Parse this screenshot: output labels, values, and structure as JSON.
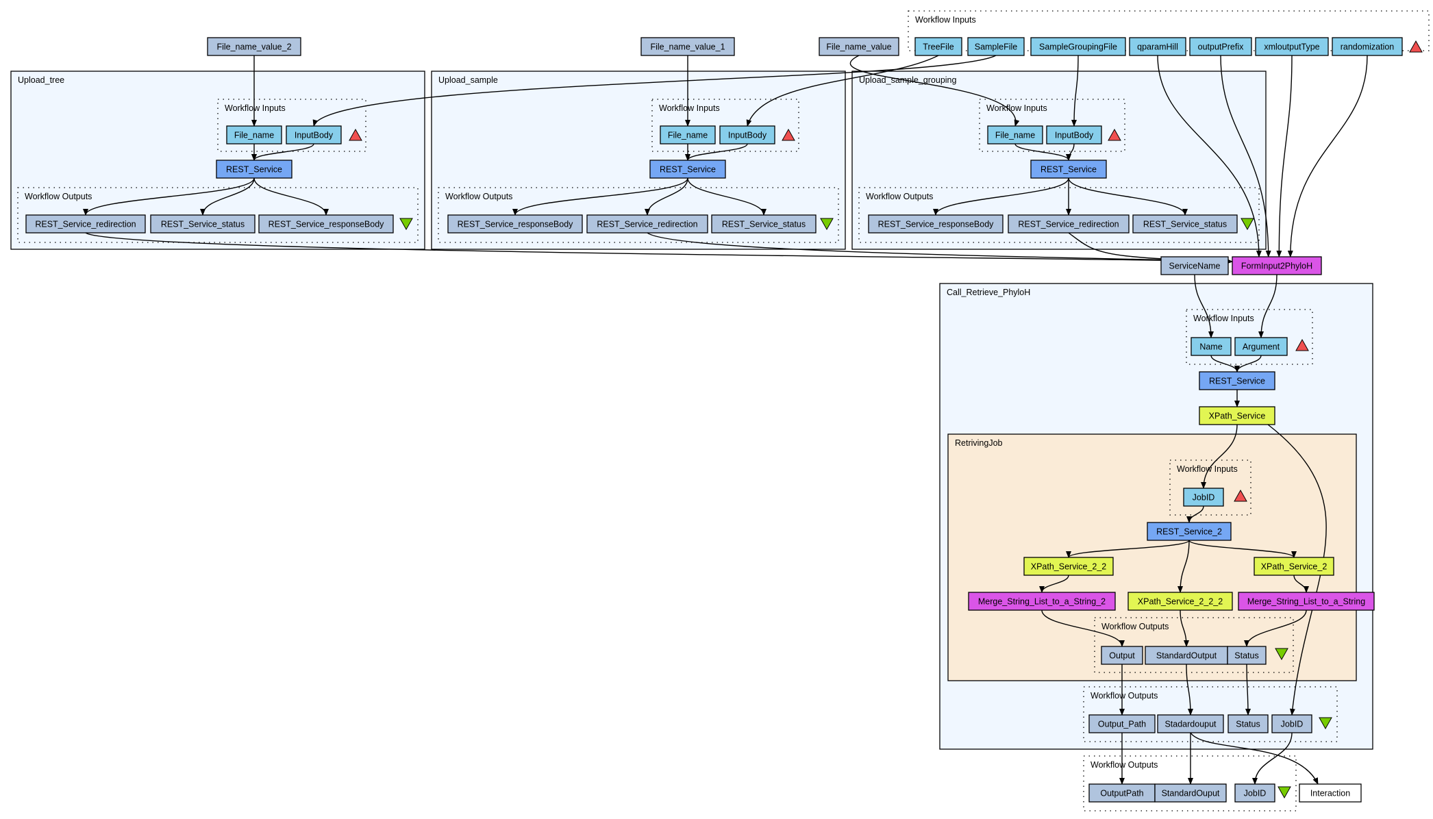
{
  "colors": {
    "input_port": "#87ceeb",
    "output_port": "#b0c4de",
    "constant": "#b0c4de",
    "service": "#75a7f4",
    "xpath": "#e2f553",
    "local": "#da55e7",
    "plain": "#ffffff",
    "nested_workflow": "#f0f7ff",
    "retrieving_job": "#faebd7",
    "input_marker": "#f05050",
    "output_marker": "#77cc00"
  },
  "clusters": {
    "top_inputs": "Workflow Inputs",
    "upload_tree": "Upload_tree",
    "ut_inputs": "Workflow Inputs",
    "ut_outputs": "Workflow Outputs",
    "upload_sample": "Upload_sample",
    "us_inputs": "Workflow Inputs",
    "us_outputs": "Workflow Outputs",
    "upload_grouping": "Upload_sample_grouping",
    "ug_inputs": "Workflow Inputs",
    "ug_outputs": "Workflow Outputs",
    "call_retrieve": "Call_Retrieve_PhyloH",
    "cr_inputs": "Workflow Inputs",
    "retriving_job": "RetrivingJob",
    "rj_inputs": "Workflow Inputs",
    "rj_outputs": "Workflow Outputs",
    "cr_outputs": "Workflow Outputs",
    "final_outputs": "Workflow Outputs"
  },
  "nodes": {
    "fnv2": "File_name_value_2",
    "fnv1": "File_name_value_1",
    "fnv": "File_name_value",
    "treefile": "TreeFile",
    "samplefile": "SampleFile",
    "samplegroupingfile": "SampleGroupingFile",
    "qparamhill": "qparamHill",
    "outputprefix": "outputPrefix",
    "xmloutputtype": "xmloutputType",
    "randomization": "randomization",
    "ut_filename": "File_name",
    "ut_inputbody": "InputBody",
    "ut_rest": "REST_Service",
    "ut_redirection": "REST_Service_redirection",
    "ut_status": "REST_Service_status",
    "ut_responsebody": "REST_Service_responseBody",
    "us_filename": "File_name",
    "us_inputbody": "InputBody",
    "us_rest": "REST_Service",
    "us_responsebody": "REST_Service_responseBody",
    "us_redirection": "REST_Service_redirection",
    "us_status": "REST_Service_status",
    "ug_filename": "File_name",
    "ug_inputbody": "InputBody",
    "ug_rest": "REST_Service",
    "ug_responsebody": "REST_Service_responseBody",
    "ug_redirection": "REST_Service_redirection",
    "ug_status": "REST_Service_status",
    "servicename": "ServiceName",
    "forminput": "FormInput2PhyloH",
    "cr_name": "Name",
    "cr_argument": "Argument",
    "cr_rest": "REST_Service",
    "cr_xpath": "XPath_Service",
    "rj_jobid": "JobID",
    "rj_rest2": "REST_Service_2",
    "rj_xpath22": "XPath_Service_2_2",
    "rj_xpath2": "XPath_Service_2",
    "rj_merge2": "Merge_String_List_to_a_String_2",
    "rj_xpath222": "XPath_Service_2_2_2",
    "rj_merge": "Merge_String_List_to_a_String",
    "rj_output": "Output",
    "rj_stdout": "StandardOutput",
    "rj_status": "Status",
    "cr_outputpath": "Output_Path",
    "cr_stdout": "Stadardouput",
    "cr_status": "Status",
    "cr_jobid": "JobID",
    "f_outputpath": "OutputPath",
    "f_stdout": "StandardOuput",
    "f_jobid": "JobID",
    "interaction": "Interaction"
  },
  "edges": [
    [
      "fnv2",
      "ut_filename"
    ],
    [
      "samplefile",
      "ut_inputbody"
    ],
    [
      "ut_filename",
      "ut_rest"
    ],
    [
      "ut_inputbody",
      "ut_rest"
    ],
    [
      "ut_rest",
      "ut_redirection"
    ],
    [
      "ut_rest",
      "ut_status"
    ],
    [
      "ut_rest",
      "ut_responsebody"
    ],
    [
      "fnv1",
      "us_filename"
    ],
    [
      "treefile",
      "us_inputbody"
    ],
    [
      "us_filename",
      "us_rest"
    ],
    [
      "us_inputbody",
      "us_rest"
    ],
    [
      "us_rest",
      "us_responsebody"
    ],
    [
      "us_rest",
      "us_redirection"
    ],
    [
      "us_rest",
      "us_status"
    ],
    [
      "fnv",
      "ug_filename"
    ],
    [
      "samplegroupingfile",
      "ug_inputbody"
    ],
    [
      "ug_filename",
      "ug_rest"
    ],
    [
      "ug_inputbody",
      "ug_rest"
    ],
    [
      "ug_rest",
      "ug_responsebody"
    ],
    [
      "ug_rest",
      "ug_redirection"
    ],
    [
      "ug_rest",
      "ug_status"
    ],
    [
      "ut_redirection",
      "forminput"
    ],
    [
      "us_redirection",
      "forminput"
    ],
    [
      "ug_redirection",
      "forminput"
    ],
    [
      "qparamhill",
      "forminput"
    ],
    [
      "outputprefix",
      "forminput"
    ],
    [
      "xmloutputtype",
      "forminput"
    ],
    [
      "randomization",
      "forminput"
    ],
    [
      "servicename",
      "cr_name"
    ],
    [
      "forminput",
      "cr_argument"
    ],
    [
      "cr_name",
      "cr_rest"
    ],
    [
      "cr_argument",
      "cr_rest"
    ],
    [
      "cr_rest",
      "cr_xpath"
    ],
    [
      "cr_xpath",
      "rj_jobid"
    ],
    [
      "cr_xpath",
      "cr_jobid"
    ],
    [
      "rj_jobid",
      "rj_rest2"
    ],
    [
      "rj_rest2",
      "rj_xpath22"
    ],
    [
      "rj_rest2",
      "rj_xpath222"
    ],
    [
      "rj_rest2",
      "rj_xpath2"
    ],
    [
      "rj_xpath22",
      "rj_merge2"
    ],
    [
      "rj_xpath2",
      "rj_merge"
    ],
    [
      "rj_merge2",
      "rj_output"
    ],
    [
      "rj_xpath222",
      "rj_stdout"
    ],
    [
      "rj_merge",
      "rj_status"
    ],
    [
      "rj_output",
      "cr_outputpath"
    ],
    [
      "rj_stdout",
      "cr_stdout"
    ],
    [
      "rj_status",
      "cr_status"
    ],
    [
      "cr_outputpath",
      "f_outputpath"
    ],
    [
      "cr_stdout",
      "f_stdout"
    ],
    [
      "cr_jobid",
      "f_jobid"
    ],
    [
      "cr_stdout",
      "interaction"
    ]
  ]
}
